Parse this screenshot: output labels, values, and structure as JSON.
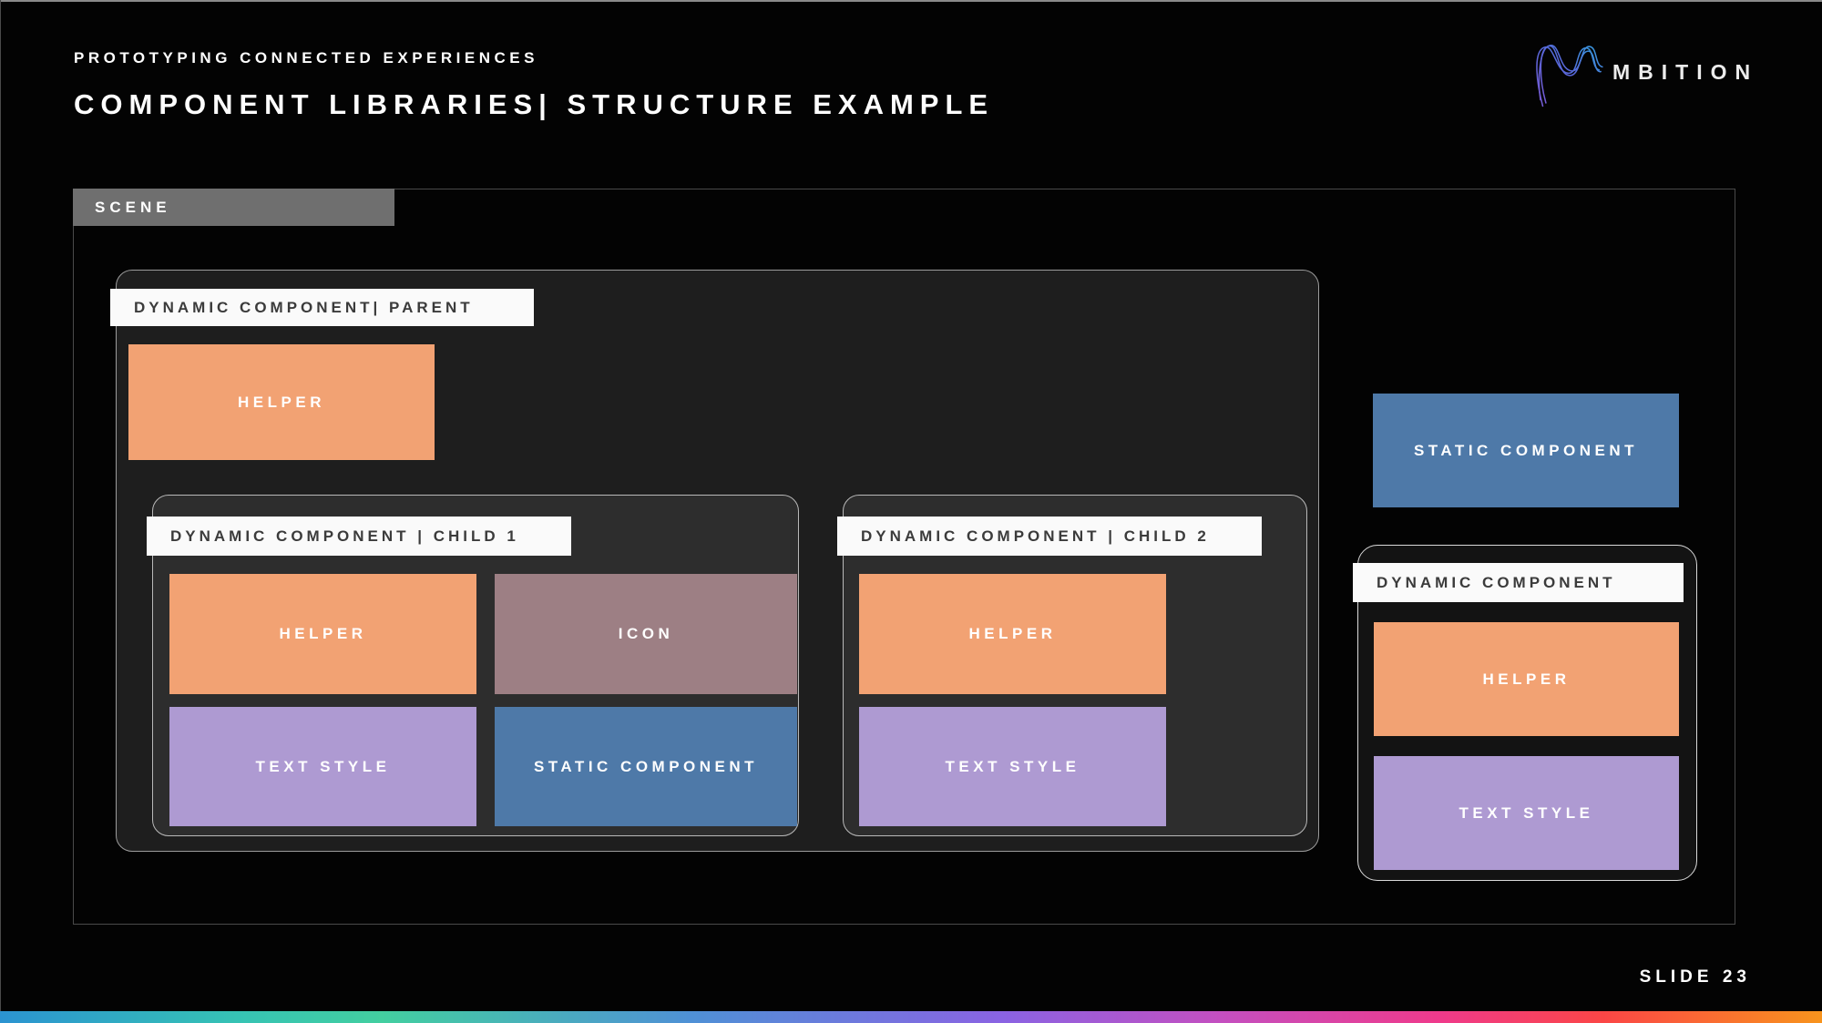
{
  "header": {
    "eyebrow": "PROTOTYPING CONNECTED EXPERIENCES",
    "title": "COMPONENT LIBRARIES| STRUCTURE EXAMPLE"
  },
  "logo": {
    "brand": "MBITION"
  },
  "scene": {
    "tab": "SCENE",
    "parent": {
      "label": "DYNAMIC COMPONENT| PARENT",
      "helper": "HELPER",
      "child1": {
        "label": "DYNAMIC COMPONENT | CHILD 1",
        "helper": "HELPER",
        "icon": "ICON",
        "text_style": "TEXT STYLE",
        "static_component": "STATIC COMPONENT"
      },
      "child2": {
        "label": "DYNAMIC COMPONENT | CHILD 2",
        "helper": "HELPER",
        "text_style": "TEXT STYLE"
      }
    },
    "static_component": "STATIC COMPONENT",
    "dynamic_component": {
      "label": "DYNAMIC COMPONENT",
      "helper": "HELPER",
      "text_style": "TEXT STYLE"
    }
  },
  "footer": {
    "slide": "SLIDE 23"
  },
  "colors": {
    "background": "#030303",
    "helper": "#f2a273",
    "icon": "#9d7f84",
    "text_style": "#ae9ad2",
    "static_component": "#4e79a8",
    "scene_tab": "#6f6f6f",
    "label_bg": "#fafafa",
    "label_text": "#3b3b3b",
    "parent_bg": "#1e1e1e",
    "child_bg": "#2d2d2d",
    "footer_gradient": [
      "#2b93d1",
      "#36c3b4",
      "#43cfa0",
      "#4f90d6",
      "#8a63e3",
      "#c44fc0",
      "#ef3a8b",
      "#fb4646",
      "#f8941d"
    ],
    "logo_gradient": [
      "#7d5fe0",
      "#35a7e8"
    ]
  }
}
